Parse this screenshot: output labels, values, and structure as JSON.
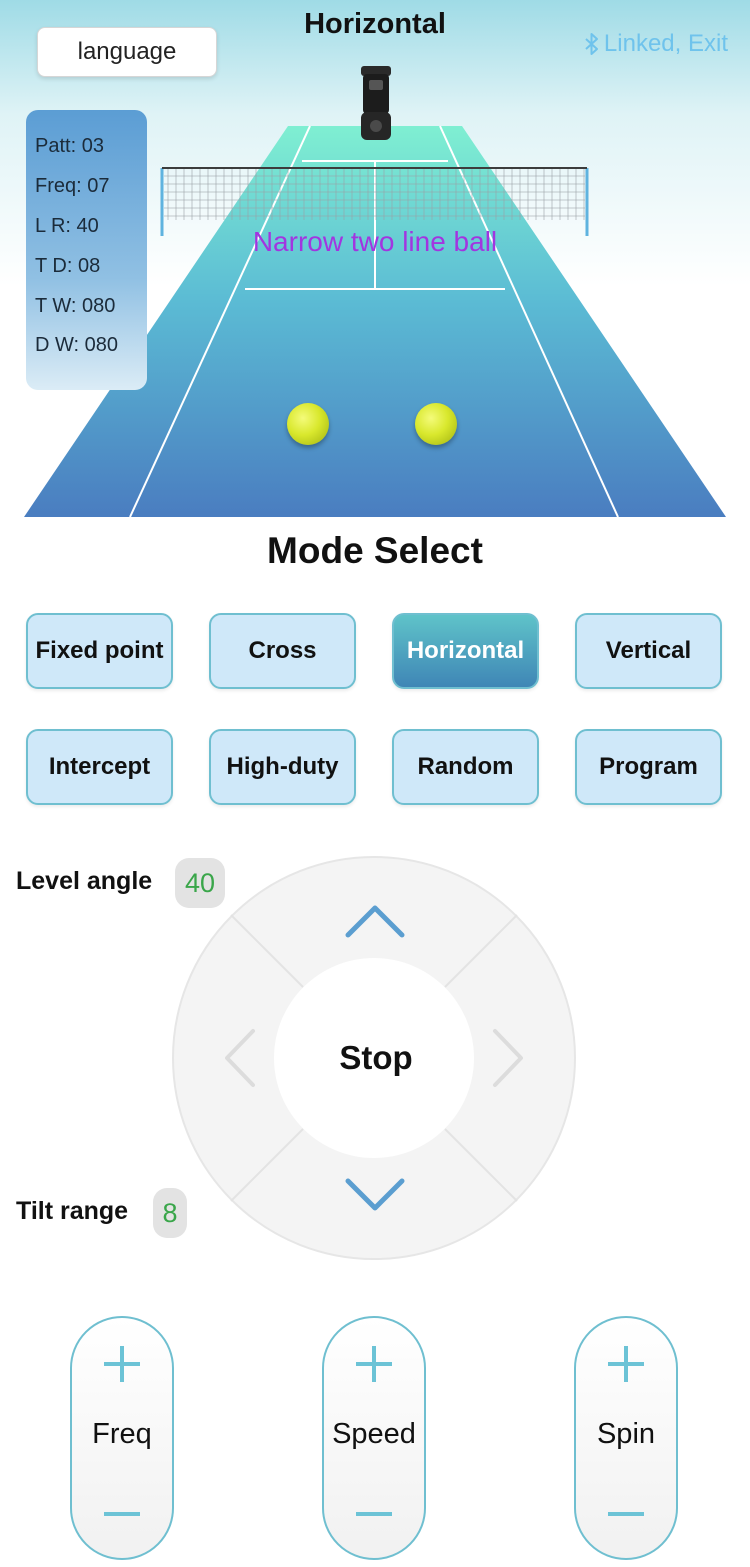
{
  "header": {
    "title": "Horizontal",
    "language_button": "language",
    "link_status": "Linked, Exit"
  },
  "info_panel": {
    "rows": [
      {
        "label": "Patt:",
        "value": "03"
      },
      {
        "label": "Freq:",
        "value": "07"
      },
      {
        "label": "L R:",
        "value": "40"
      },
      {
        "label": "T D:",
        "value": "08"
      },
      {
        "label": "T W:",
        "value": "080"
      },
      {
        "label": "D W:",
        "value": "080"
      }
    ]
  },
  "court": {
    "pattern_label": "Narrow two line ball",
    "ball_count": 2
  },
  "mode_select": {
    "title": "Mode Select",
    "modes": [
      "Fixed point",
      "Cross",
      "Horizontal",
      "Vertical",
      "Intercept",
      "High-duty",
      "Random",
      "Program"
    ],
    "active": "Horizontal"
  },
  "controls": {
    "level_angle_label": "Level angle",
    "level_angle_value": "40",
    "tilt_range_label": "Tilt range",
    "tilt_range_value": "8",
    "stop_label": "Stop"
  },
  "steppers": [
    {
      "label": "Freq",
      "plus": "+",
      "minus": "−"
    },
    {
      "label": "Speed",
      "plus": "+",
      "minus": "−"
    },
    {
      "label": "Spin",
      "plus": "+",
      "minus": "−"
    }
  ],
  "colors": {
    "accent": "#6fc3ec",
    "pattern_text": "#a235e0",
    "value_text": "#3aa64a",
    "button_fill": "#cfe8f9",
    "button_border": "#6fbfd0",
    "active_button_top": "#5fc3c9",
    "active_button_bottom": "#3f86b6"
  }
}
